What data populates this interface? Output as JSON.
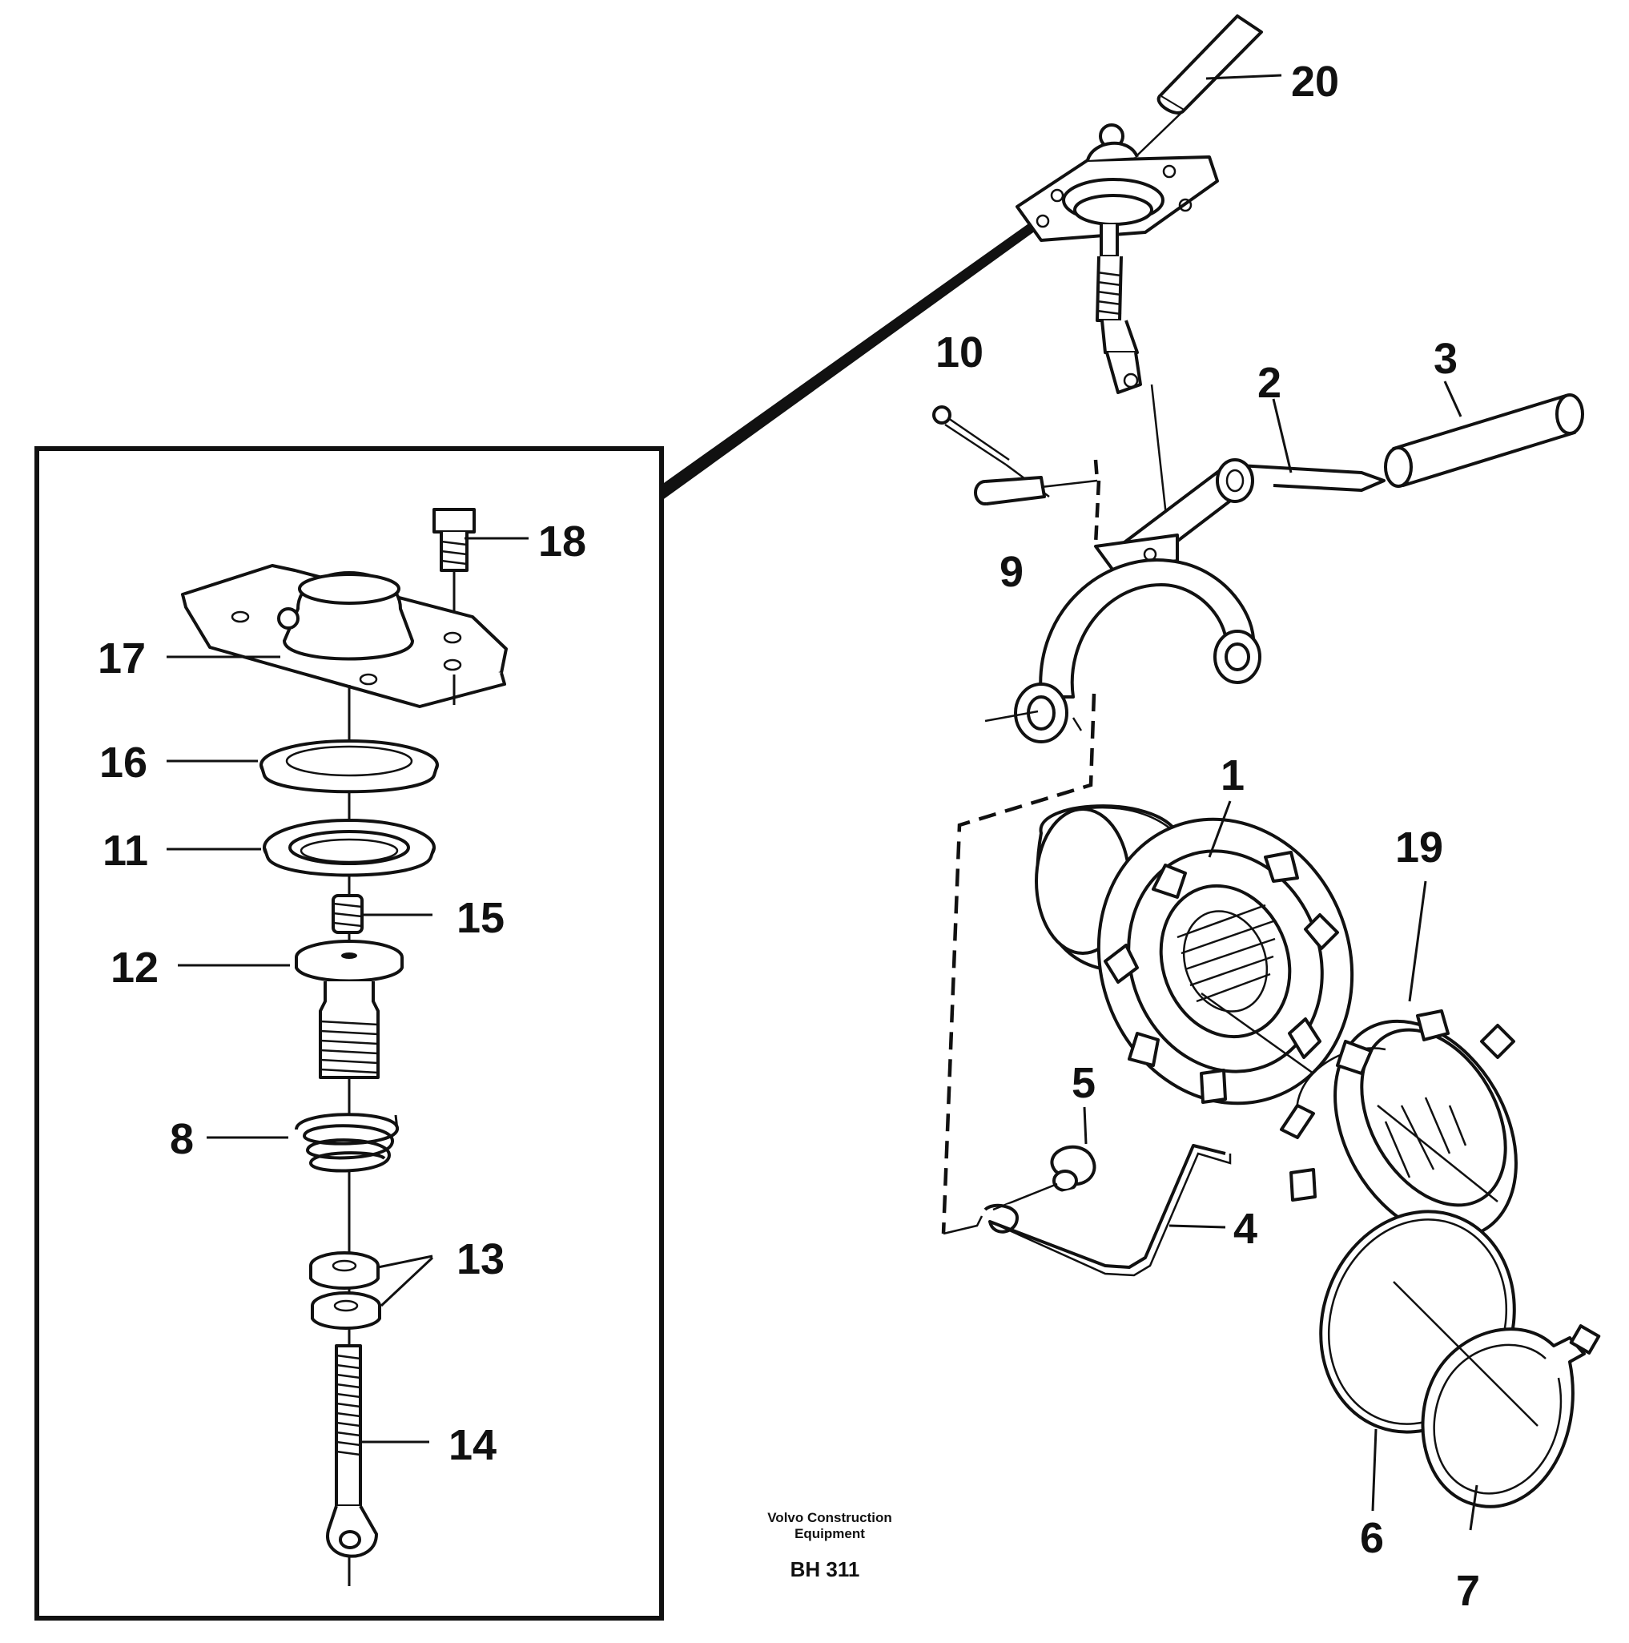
{
  "callouts": [
    "20",
    "10",
    "3",
    "2",
    "9",
    "18",
    "17",
    "16",
    "11",
    "15",
    "12",
    "1",
    "19",
    "5",
    "8",
    "4",
    "13",
    "14",
    "6",
    "7"
  ],
  "footer": {
    "brand_line1": "Volvo Construction",
    "brand_line2": "Equipment",
    "code": "BH 311"
  }
}
